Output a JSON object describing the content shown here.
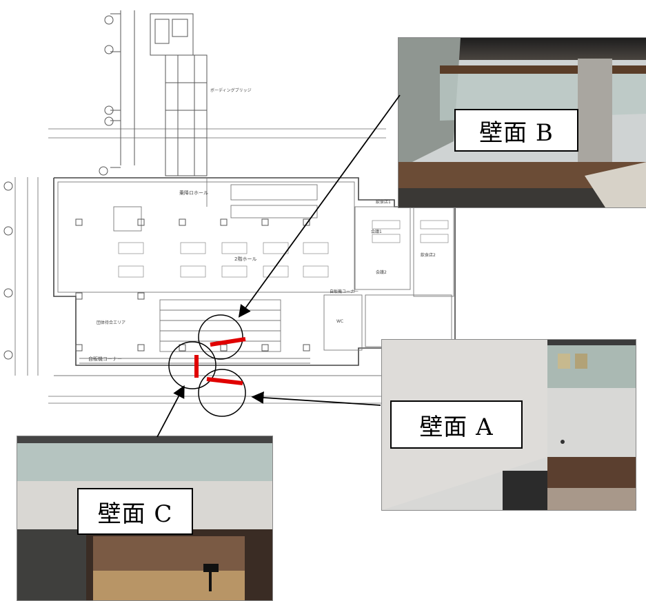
{
  "floor_plan": {
    "room_labels": {
      "lobby": "乗降ロホール",
      "hall": "2階ホール",
      "dining1": "飲食店1",
      "dining2": "飲食店2",
      "meeting1": "会議1",
      "meeting2": "会議2",
      "vending_left": "自販機コーナー",
      "vending_right": "自販機コーナー",
      "boarding_bridge": "ボーディングブリッジ",
      "waiting": "団体待合エリア",
      "wc": "WC"
    }
  },
  "wall_labels": {
    "a": "壁面 A",
    "b": "壁面 B",
    "c": "壁面 C"
  },
  "colors": {
    "marker_red": "#e00000",
    "line": "#000000"
  }
}
